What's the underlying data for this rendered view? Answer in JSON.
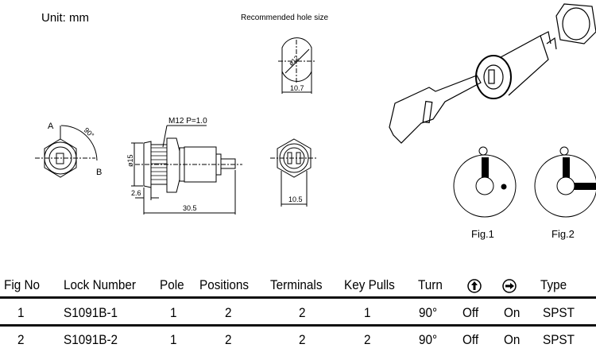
{
  "unit_label": "Unit:  mm",
  "hole": {
    "title": "Recommended  hole  size",
    "diameter": "ø12",
    "width": "10.7"
  },
  "front_view": {
    "label_a": "A",
    "label_b": "B",
    "angle": "90°"
  },
  "side_view": {
    "thread": "M12  P=1.0",
    "diameter": "ø15",
    "flange": "2.6",
    "length": "30.5"
  },
  "rear_view": {
    "width": "10.5"
  },
  "figures": [
    {
      "label": "Fig.1"
    },
    {
      "label": "Fig.2"
    }
  ],
  "table": {
    "headers": [
      "Fig No",
      "Lock Number",
      "Pole",
      "Positions",
      "Terminals",
      "Key Pulls",
      "Turn",
      "up-arrow-circle-icon",
      "right-arrow-circle-icon",
      "Type"
    ],
    "rows": [
      [
        "1",
        "S1091B-1",
        "1",
        "2",
        "2",
        "1",
        "90°",
        "Off",
        "On",
        "SPST"
      ],
      [
        "2",
        "S1091B-2",
        "1",
        "2",
        "2",
        "2",
        "90°",
        "Off",
        "On",
        "SPST"
      ]
    ]
  }
}
